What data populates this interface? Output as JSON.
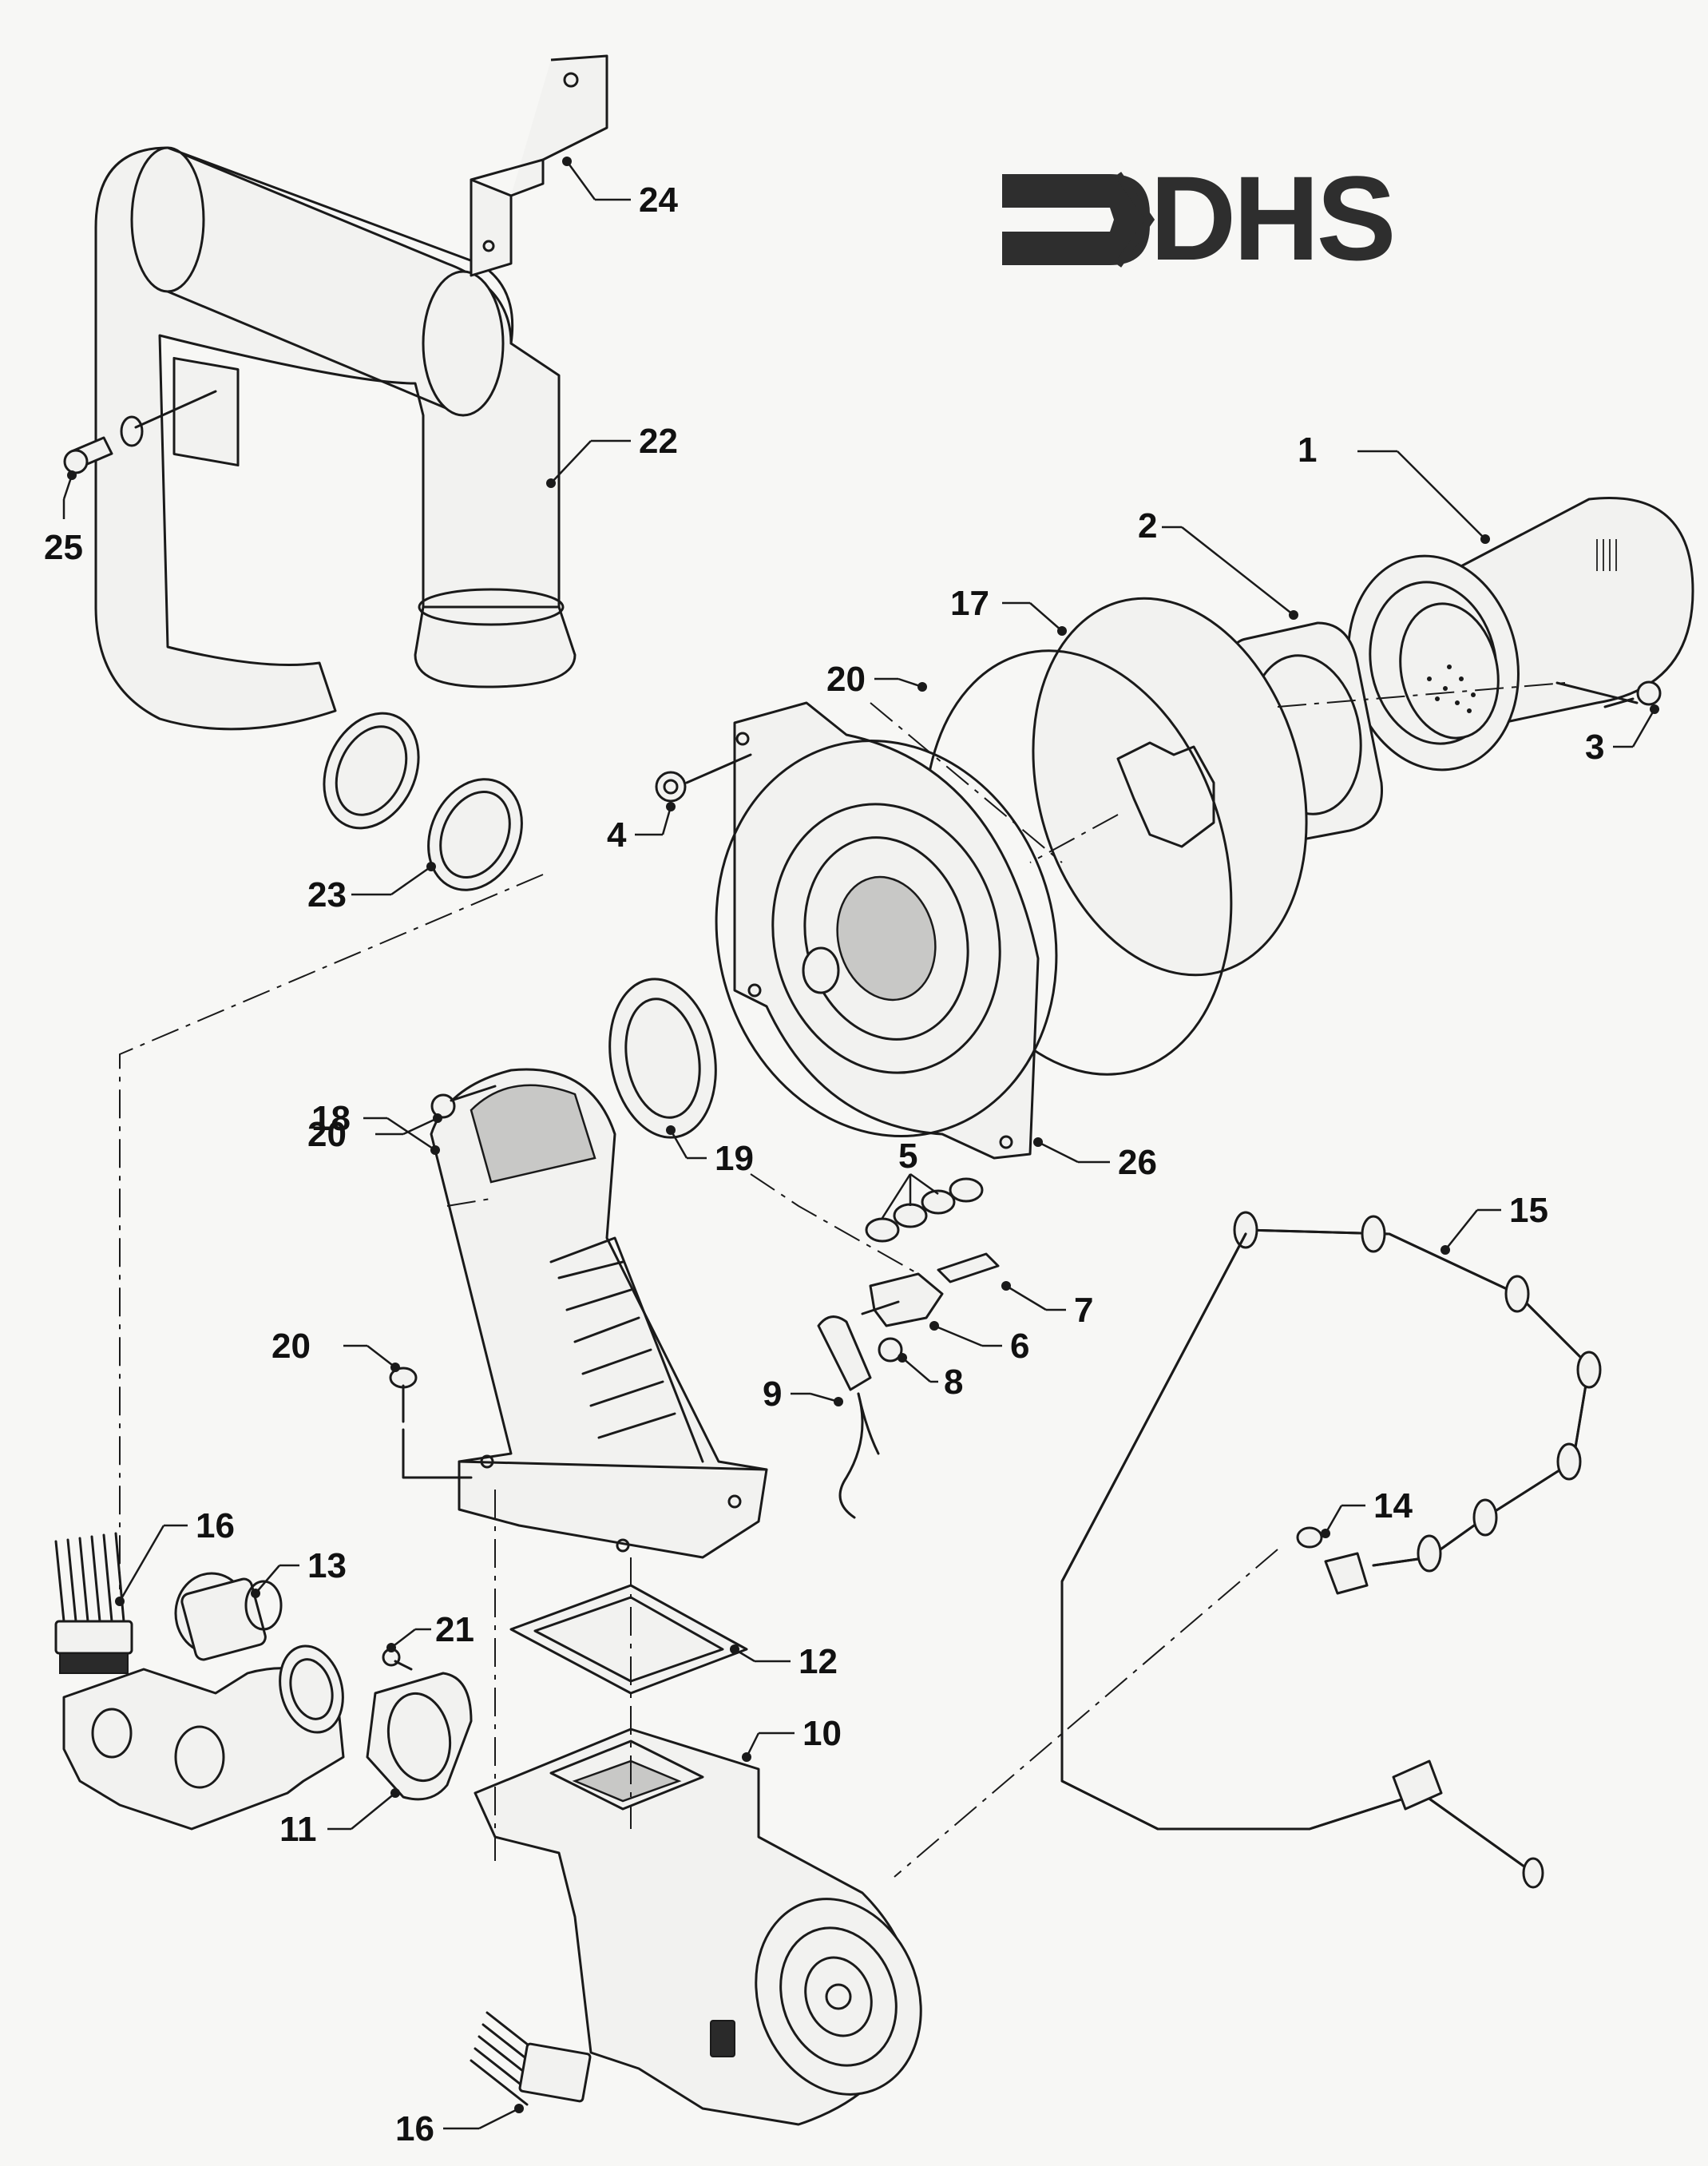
{
  "logo": {
    "text": "DHS"
  },
  "callouts": [
    {
      "id": "c1",
      "label": "1"
    },
    {
      "id": "c2",
      "label": "2"
    },
    {
      "id": "c3",
      "label": "3"
    },
    {
      "id": "c4",
      "label": "4"
    },
    {
      "id": "c5",
      "label": "5"
    },
    {
      "id": "c6",
      "label": "6"
    },
    {
      "id": "c7",
      "label": "7"
    },
    {
      "id": "c8",
      "label": "8"
    },
    {
      "id": "c9",
      "label": "9"
    },
    {
      "id": "c10",
      "label": "10"
    },
    {
      "id": "c11",
      "label": "11"
    },
    {
      "id": "c12",
      "label": "12"
    },
    {
      "id": "c13",
      "label": "13"
    },
    {
      "id": "c14",
      "label": "14"
    },
    {
      "id": "c15",
      "label": "15"
    },
    {
      "id": "c16a",
      "label": "16"
    },
    {
      "id": "c16b",
      "label": "16"
    },
    {
      "id": "c17",
      "label": "17"
    },
    {
      "id": "c18",
      "label": "18"
    },
    {
      "id": "c19",
      "label": "19"
    },
    {
      "id": "c20a",
      "label": "20"
    },
    {
      "id": "c20b",
      "label": "20"
    },
    {
      "id": "c20c",
      "label": "20"
    },
    {
      "id": "c21",
      "label": "21"
    },
    {
      "id": "c22",
      "label": "22"
    },
    {
      "id": "c23",
      "label": "23"
    },
    {
      "id": "c24",
      "label": "24"
    },
    {
      "id": "c25",
      "label": "25"
    },
    {
      "id": "c26",
      "label": "26"
    }
  ]
}
